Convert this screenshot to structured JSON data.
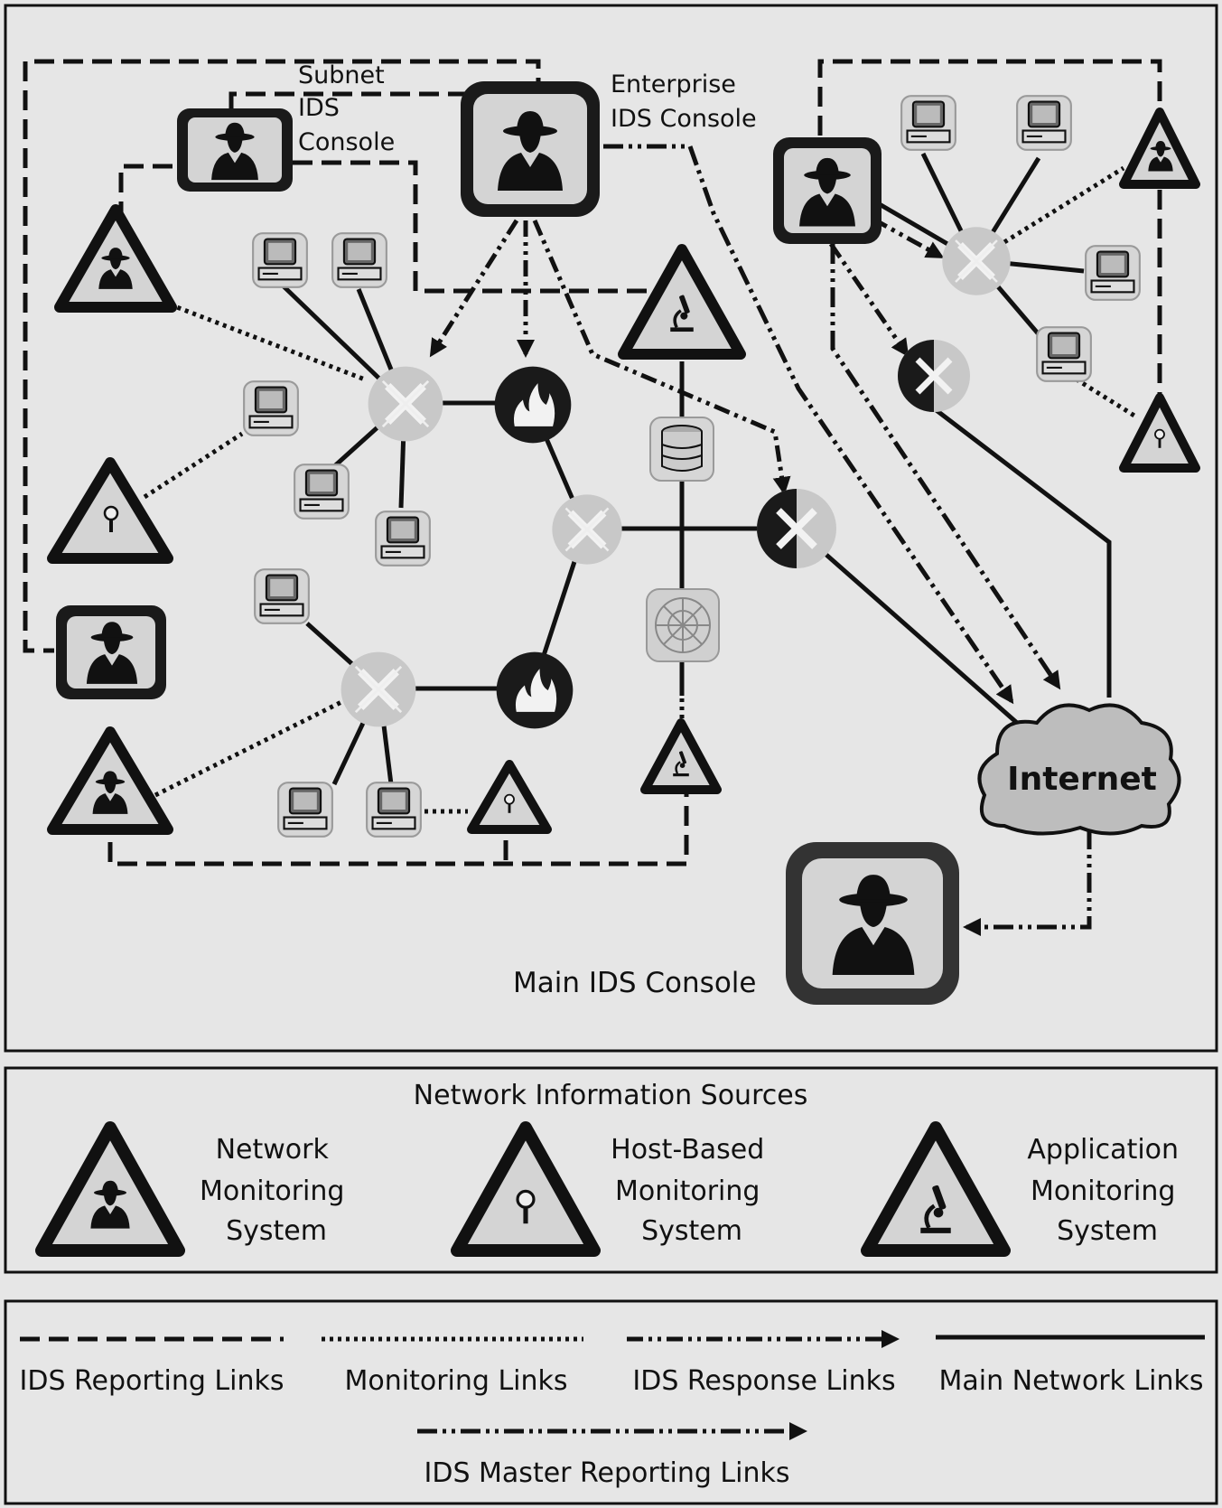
{
  "labels": {
    "subnet_console": [
      "Subnet",
      "IDS",
      "Console"
    ],
    "enterprise_console": [
      "Enterprise",
      "IDS Console"
    ],
    "main_console": "Main IDS Console",
    "internet": "Internet"
  },
  "info_sources": {
    "title": "Network Information Sources",
    "network": [
      "Network",
      "Monitoring",
      "System"
    ],
    "host": [
      "Host-Based",
      "Monitoring",
      "System"
    ],
    "application": [
      "Application",
      "Monitoring",
      "System"
    ]
  },
  "legend": {
    "reporting": "IDS Reporting Links",
    "monitoring": "Monitoring Links",
    "response": "IDS Response Links",
    "main": "Main Network Links",
    "master": "IDS Master Reporting Links"
  },
  "colors": {
    "background": "#e6e6e6",
    "ink": "#111111",
    "device_gray": "#c8c8c8"
  }
}
